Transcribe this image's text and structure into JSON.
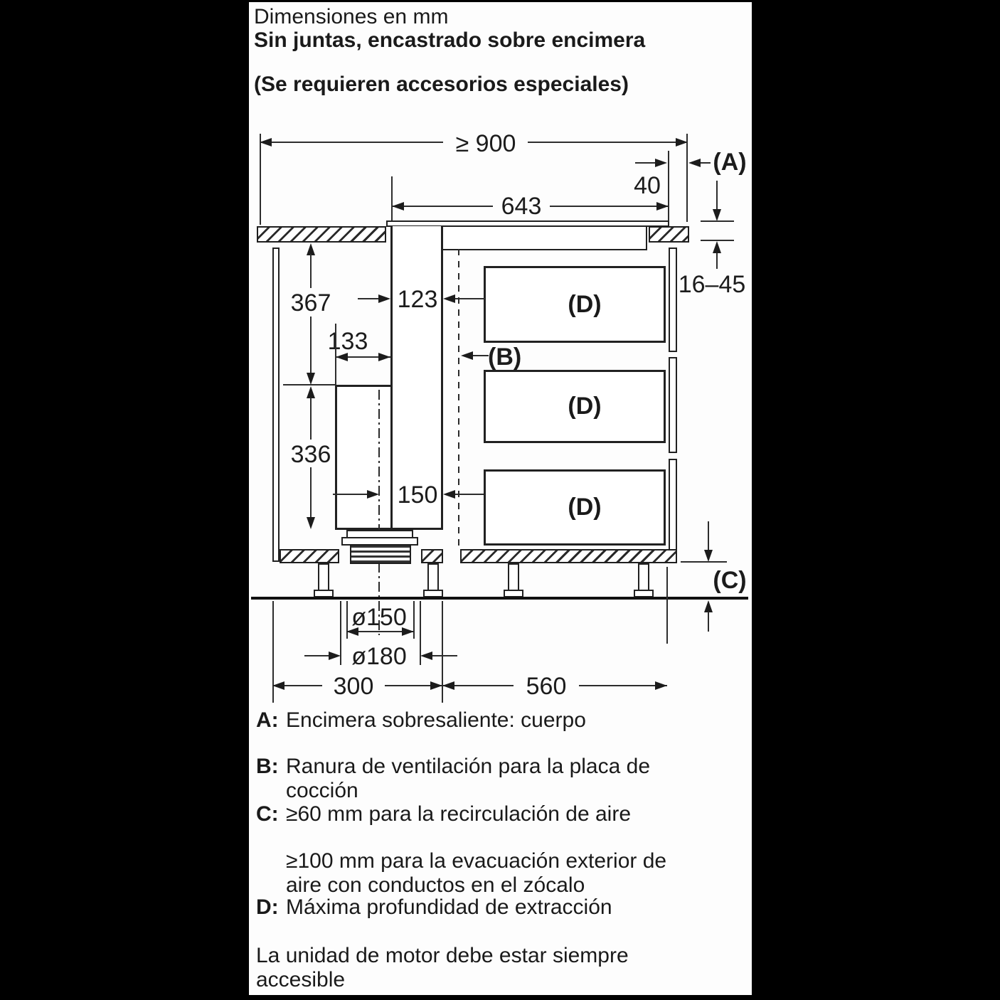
{
  "title": {
    "line1": "Dimensiones en mm",
    "line2": "Sin juntas, encastrado sobre encimera",
    "line3": "(Se requieren accesorios especiales)"
  },
  "dims": {
    "overall_width": "≥ 900",
    "overhang": "40",
    "ref_a": "(A)",
    "hob_width": "643",
    "worktop_thickness": "16–45",
    "upper_height": "367",
    "duct_width": "123",
    "motor_width": "133",
    "ref_b": "(B)",
    "lower_height": "336",
    "duct_offset": "150",
    "ref_d": "(D)",
    "ref_c": "(C)",
    "pipe_inner": "ø150",
    "pipe_outer": "ø180",
    "left_width": "300",
    "right_width": "560"
  },
  "legend": {
    "a_key": "A:",
    "a_text": "Encimera sobresaliente: cuerpo",
    "b_key": "B:",
    "b_text": "Ranura de ventilación para la placa de\ncocción",
    "c_key": "C:",
    "c_text": "≥60 mm para la recirculación de aire",
    "c2_text": "≥100 mm para la evacuación exterior de\naire con conductos en el zócalo",
    "d_key": "D:",
    "d_text": "Máxima profundidad de extracción",
    "note": "La unidad de motor debe estar siempre\naccesible"
  }
}
